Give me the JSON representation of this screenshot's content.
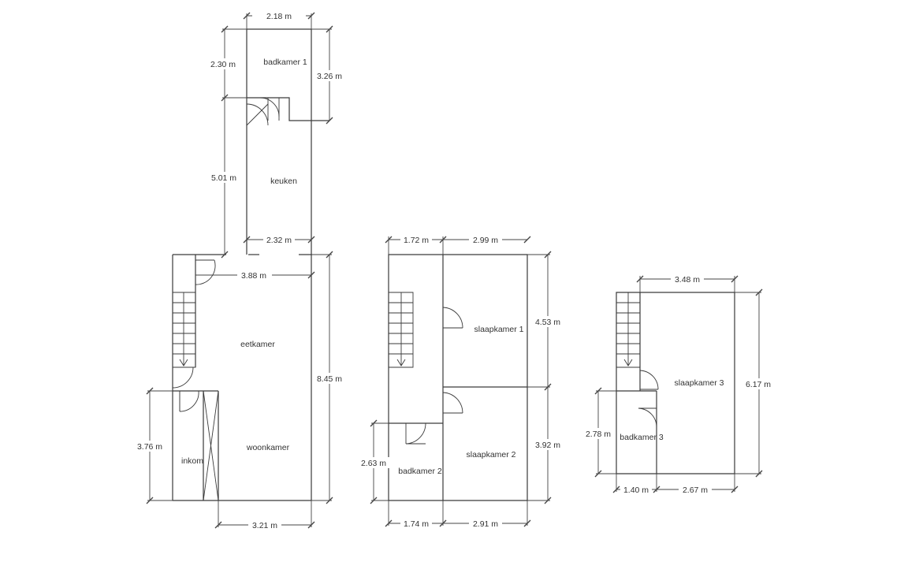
{
  "rooms": {
    "badkamer_1": "badkamer 1",
    "keuken": "keuken",
    "eetkamer": "eetkamer",
    "woonkamer": "woonkamer",
    "inkom": "inkom",
    "slaapkamer_1": "slaapkamer 1",
    "slaapkamer_2": "slaapkamer 2",
    "badkamer_2": "badkamer 2",
    "slaapkamer_3": "slaapkamer 3",
    "badkamer_3": "badkamer 3"
  },
  "dimensions": {
    "ground": {
      "top_width": "2.18 m",
      "bath_left": "2.30 m",
      "bath_right": "3.26 m",
      "kitchen_height": "5.01 m",
      "kitchen_width": "2.32 m",
      "dining_width": "3.88 m",
      "total_height": "8.45 m",
      "entrance_height": "3.76 m",
      "bottom_width": "3.21 m"
    },
    "first": {
      "top_left": "1.72 m",
      "top_right": "2.99 m",
      "bed1_height": "4.53 m",
      "bed2_height": "3.92 m",
      "bath2_height": "2.63 m",
      "bottom_left": "1.74 m",
      "bottom_right": "2.91 m"
    },
    "second": {
      "top_width": "3.48 m",
      "total_height": "6.17 m",
      "bath3_height": "2.78 m",
      "bottom_left": "1.40 m",
      "bottom_right": "2.67 m"
    }
  }
}
